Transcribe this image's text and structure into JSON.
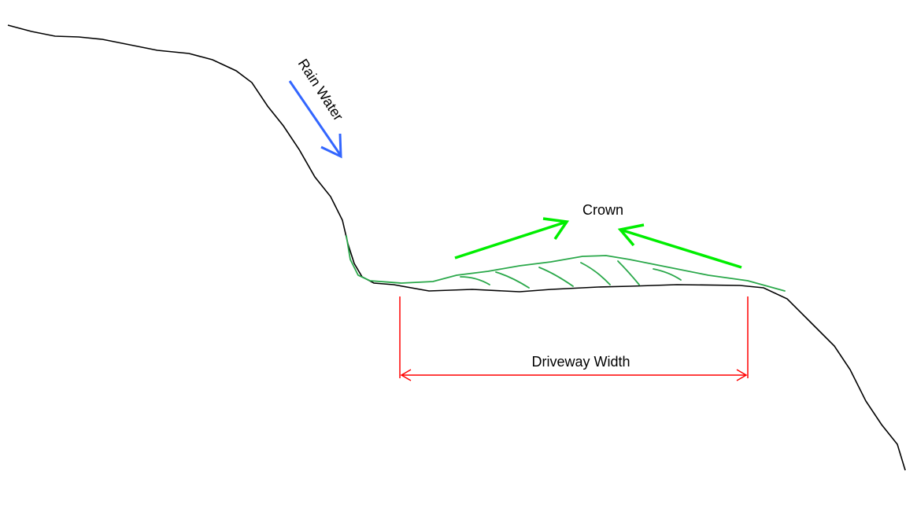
{
  "labels": {
    "rain_water": "Rain Water",
    "crown": "Crown",
    "driveway_width": "Driveway Width"
  },
  "colors": {
    "terrain": "#000000",
    "rain_arrow": "#3366ff",
    "crown_arrows": "#00ee00",
    "gravel": "#2aa84a",
    "dimension": "#ff0000"
  }
}
